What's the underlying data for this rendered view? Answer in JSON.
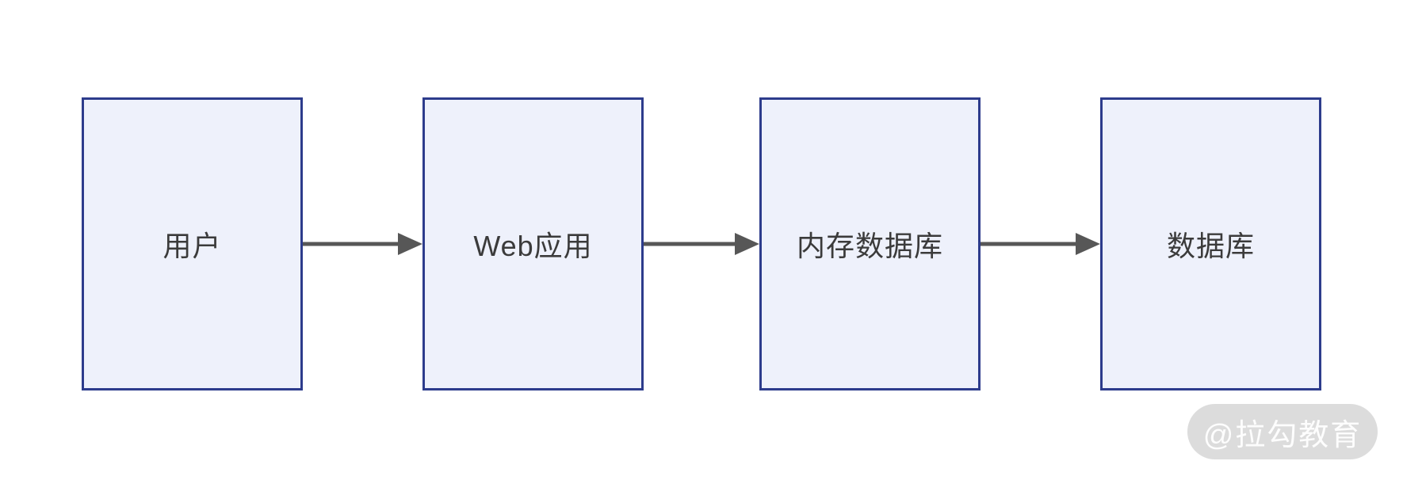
{
  "diagram": {
    "title": "cache-architecture-flow",
    "nodes": [
      {
        "id": "user",
        "label": "用户"
      },
      {
        "id": "web-app",
        "label": "Web应用"
      },
      {
        "id": "in-memory-db",
        "label": "内存数据库"
      },
      {
        "id": "database",
        "label": "数据库"
      }
    ],
    "connections": [
      {
        "from": "用户",
        "to": "Web应用"
      },
      {
        "from": "Web应用",
        "to": "内存数据库"
      },
      {
        "from": "内存数据库",
        "to": "数据库"
      }
    ],
    "colors": {
      "node_fill": "#eef1fb",
      "node_border": "#2d3c8c",
      "node_text": "#3b3b3b",
      "arrow": "#575757",
      "watermark_bg": "#dcdcdc",
      "watermark_text": "#fdfdfd",
      "background": "#ffffff"
    }
  },
  "watermark": {
    "text": "@拉勾教育"
  }
}
